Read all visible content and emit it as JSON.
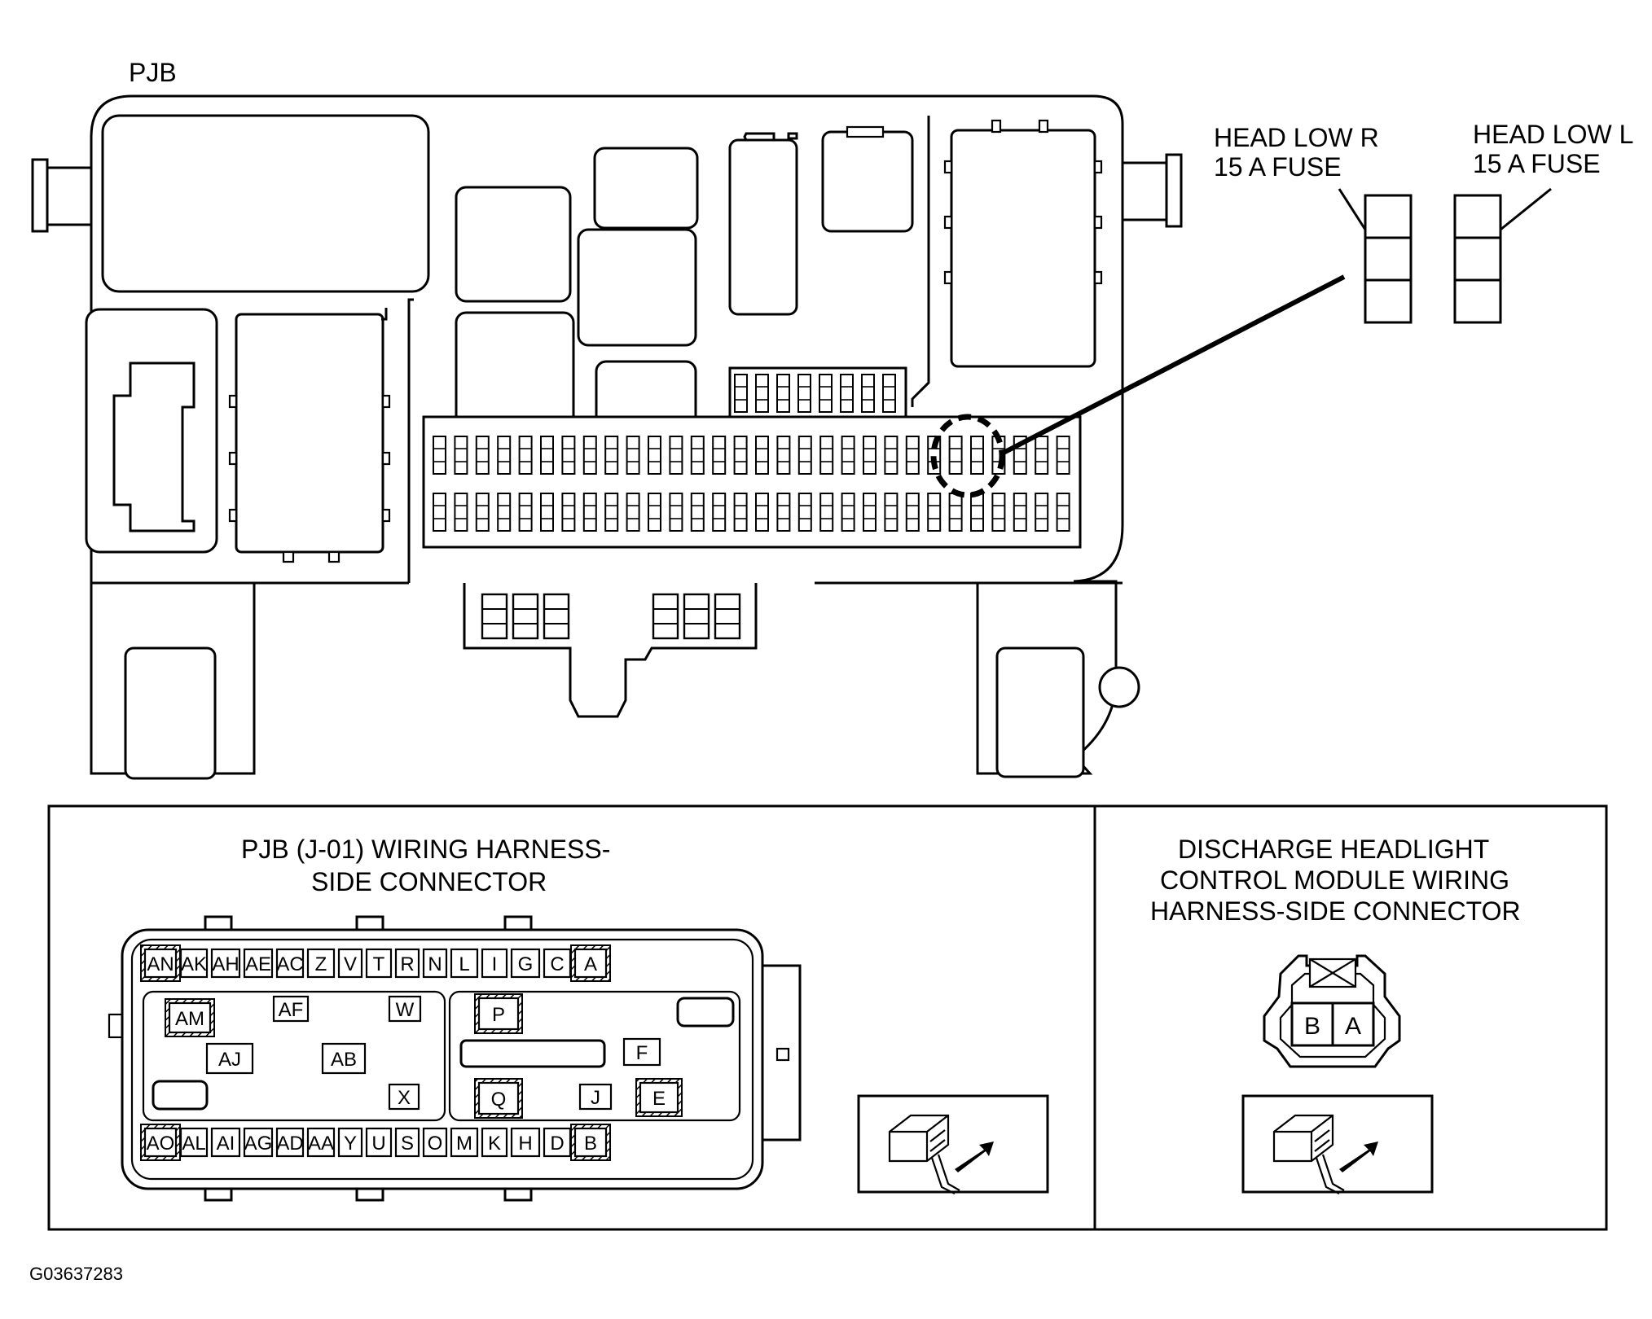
{
  "pjb_label": "PJB",
  "callouts": {
    "head_low_r": [
      "HEAD LOW R",
      "15 A FUSE"
    ],
    "head_low_l": [
      "HEAD LOW L",
      "15 A FUSE"
    ]
  },
  "pjb_connector": {
    "title": [
      "PJB (J-01) WIRING HARNESS-",
      "SIDE CONNECTOR"
    ],
    "top_row": [
      "AN",
      "AK",
      "AH",
      "AE",
      "AC",
      "Z",
      "V",
      "T",
      "R",
      "N",
      "L",
      "I",
      "G",
      "C",
      "A"
    ],
    "bottom_row": [
      "AO",
      "AL",
      "AI",
      "AG",
      "AD",
      "AA",
      "Y",
      "U",
      "S",
      "O",
      "M",
      "K",
      "H",
      "D",
      "B"
    ],
    "inner_pins": [
      "AM",
      "AF",
      "W",
      "AJ",
      "AB",
      "X",
      "P",
      "F",
      "Q",
      "J",
      "E"
    ],
    "hatched_pins": [
      "AN",
      "A",
      "AM",
      "P",
      "Q",
      "E",
      "AO",
      "B"
    ]
  },
  "module_connector": {
    "title": [
      "DISCHARGE HEADLIGHT",
      "CONTROL MODULE WIRING",
      "HARNESS-SIDE CONNECTOR"
    ],
    "pins": [
      "B",
      "A"
    ]
  },
  "figure_id": "G03637283"
}
